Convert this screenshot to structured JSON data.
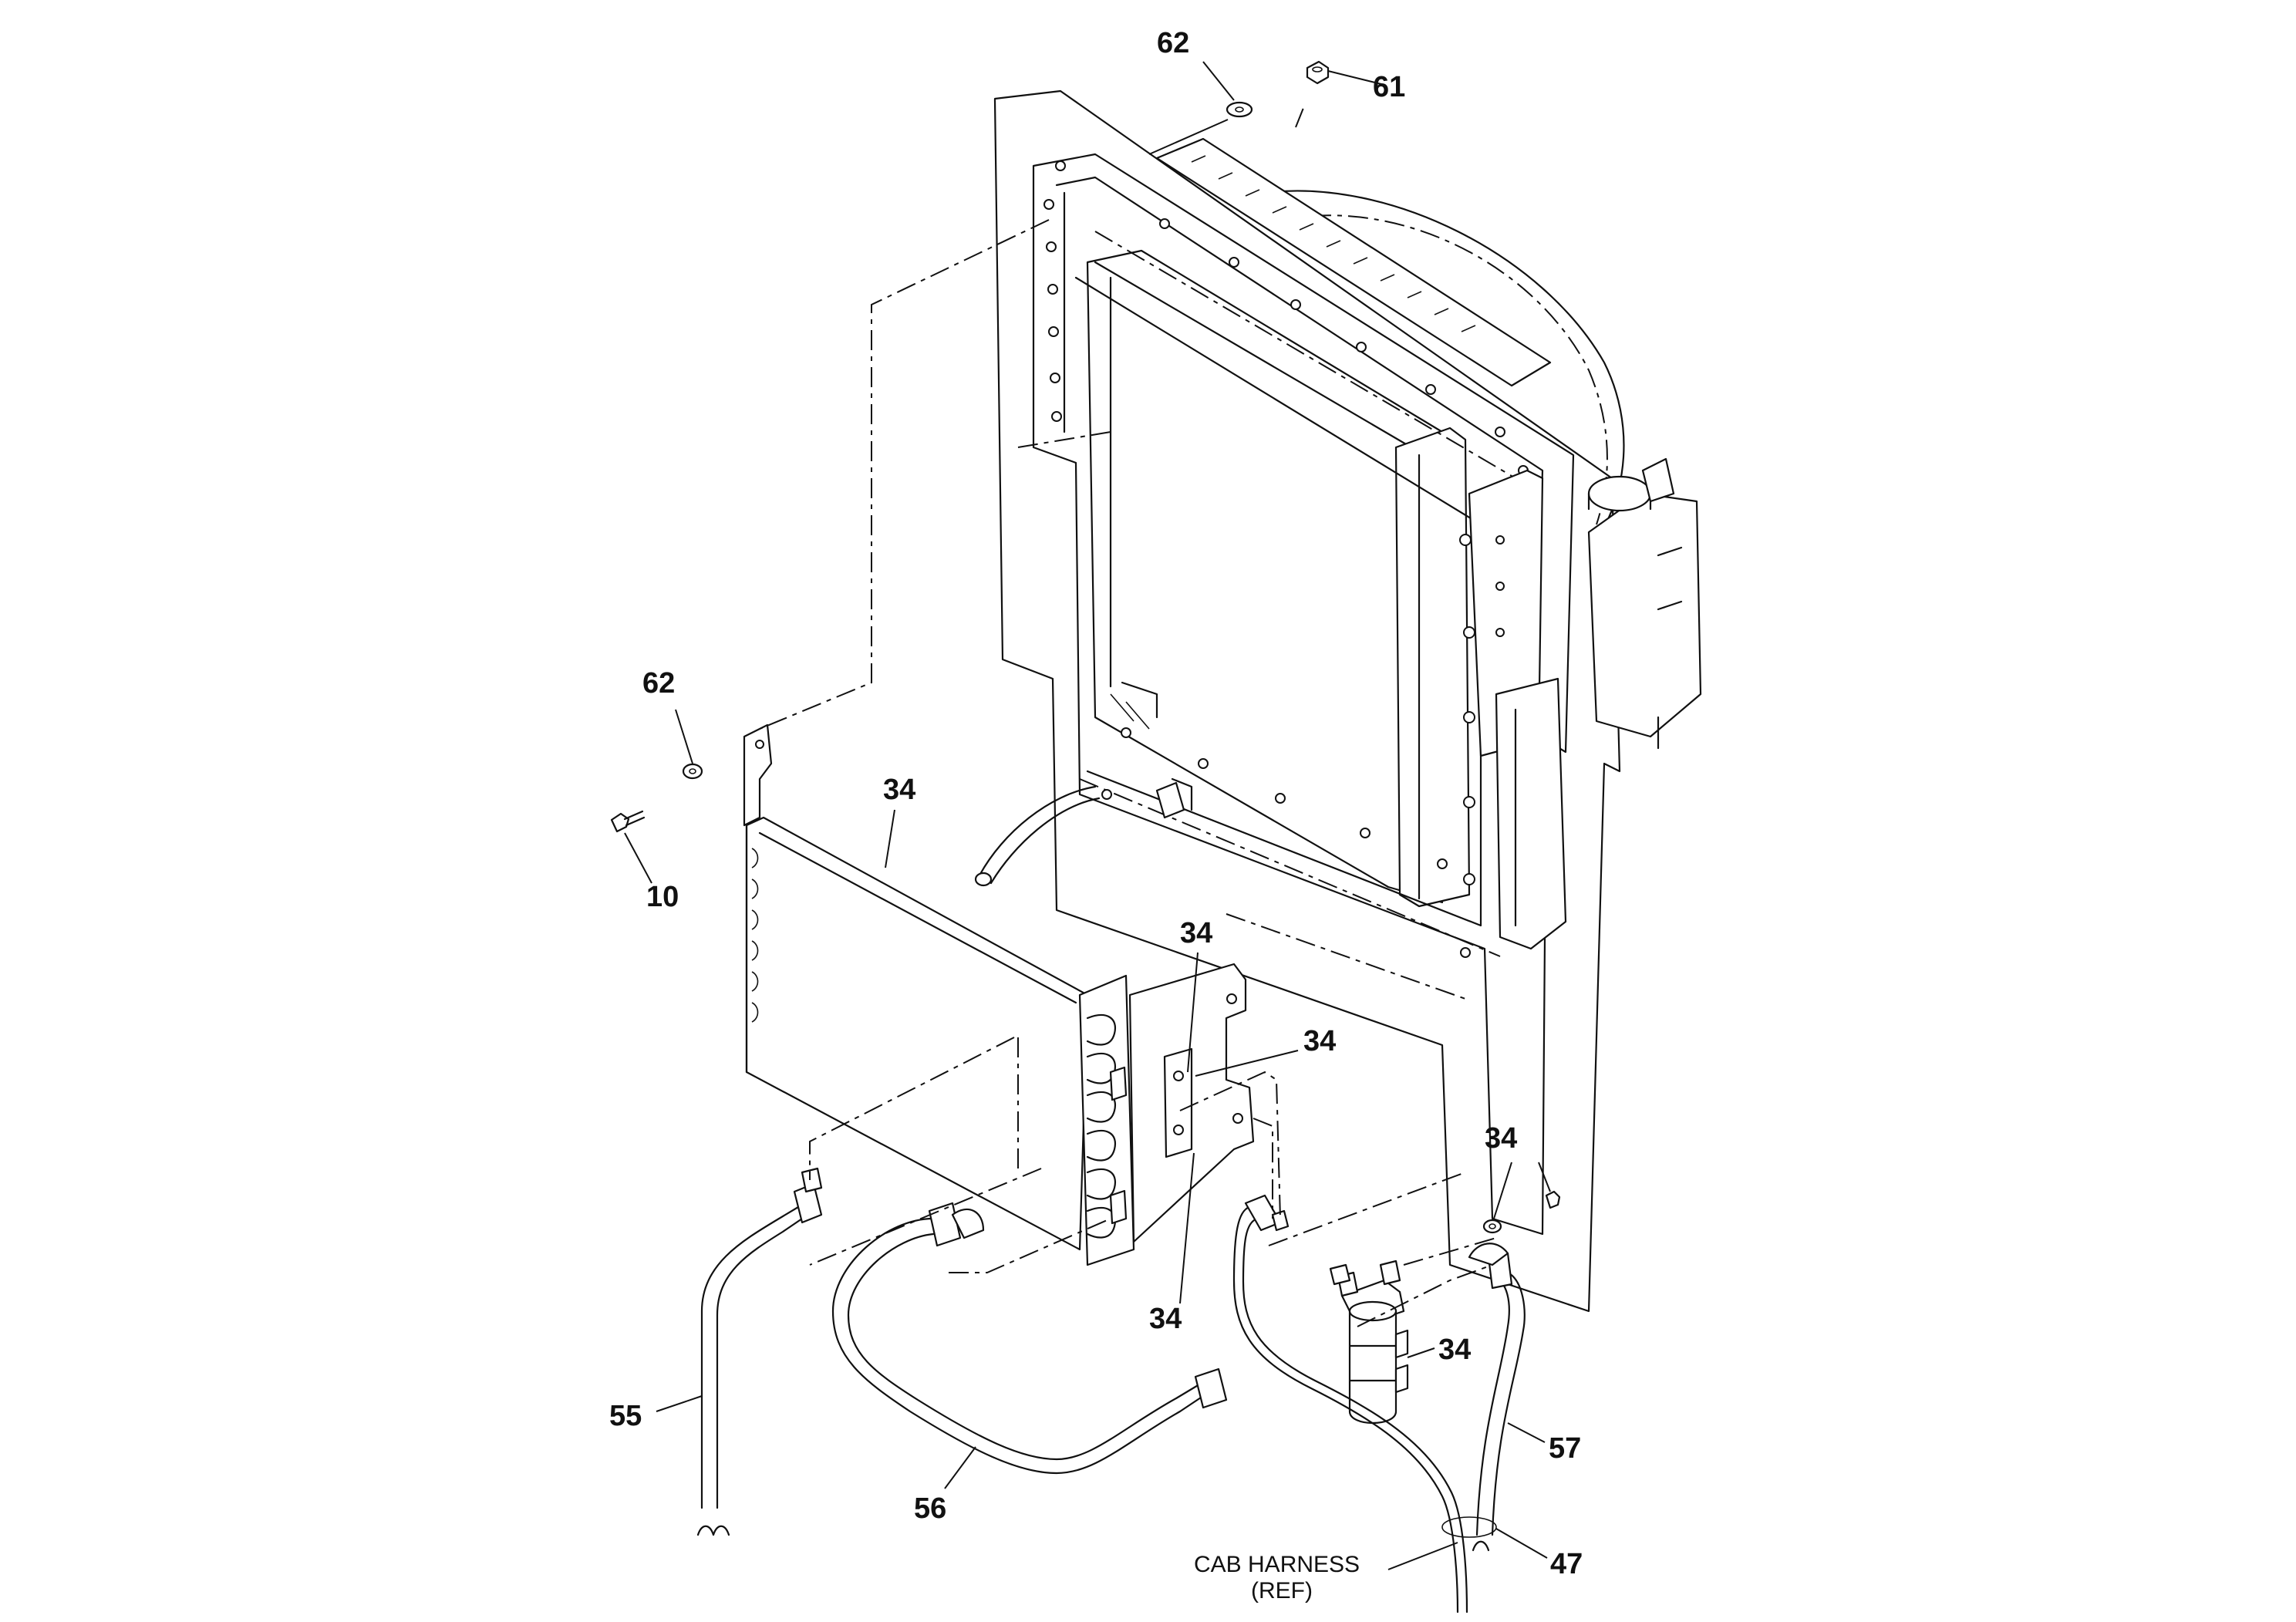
{
  "callouts": {
    "c62_top": "62",
    "c61": "61",
    "c62_left": "62",
    "c10": "10",
    "c34_condenser": "34",
    "c34_bracket_top": "34",
    "c34_bracket_right": "34",
    "c34_bracket_bottom": "34",
    "c34_bolt_right": "34",
    "c34_drier": "34",
    "c55": "55",
    "c56": "56",
    "c57": "57",
    "c47": "47"
  },
  "notes": {
    "cab_harness_line1": "CAB HARNESS",
    "cab_harness_line2": "(REF)"
  }
}
